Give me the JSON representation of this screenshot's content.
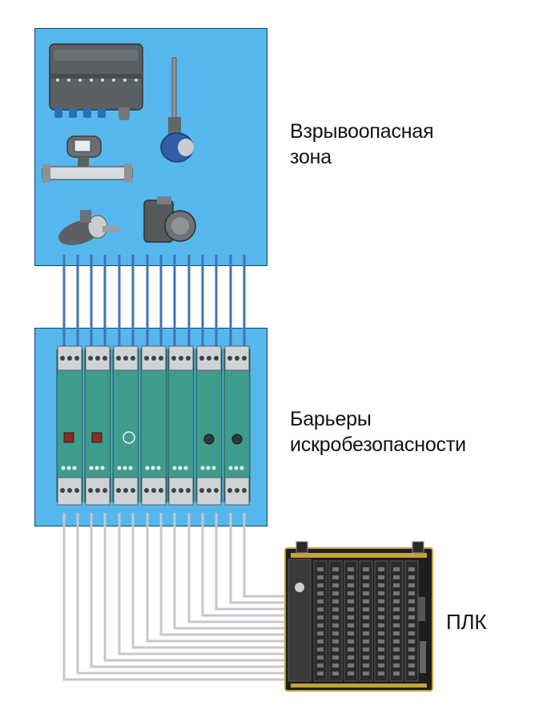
{
  "labels": {
    "hazard_zone": [
      "Взрывоопасная",
      "зона"
    ],
    "barriers": [
      "Барьеры",
      "искробезопасности"
    ],
    "plc": "ПЛК"
  },
  "colors": {
    "zone_fill": "#56b7ec",
    "zone_border": "#1c3e5e",
    "field_wire": "#3f74b3",
    "plc_wire": "#c4c8cc",
    "module_green": "#3f9c8c",
    "plc_body": "#1e1e1e",
    "plc_frame": "#c7a23a"
  },
  "icons": [
    "junction-box-icon",
    "temperature-sensor-icon",
    "flowmeter-icon",
    "valve-actuator-icon",
    "pump-icon"
  ]
}
